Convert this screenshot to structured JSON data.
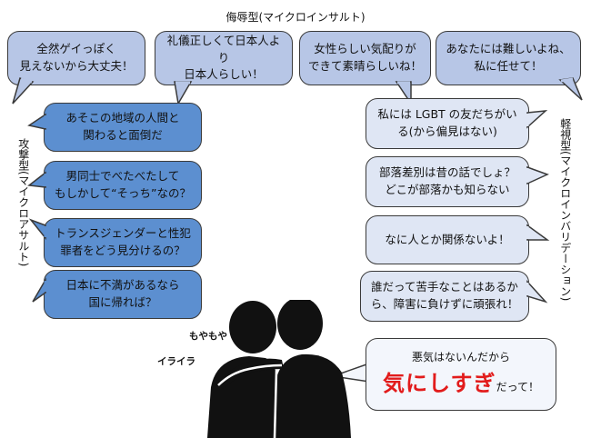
{
  "labels": {
    "top": "侮辱型(マイクロインサルト)",
    "left": "攻撃型(マイクロアサルト)",
    "right": "軽視型(マイクロインバリデーション)",
    "emotion_1": "もやもや",
    "emotion_2": "イライラ"
  },
  "insult_bubbles": [
    {
      "lines": [
        "全然ゲイっぽく",
        "見えないから大丈夫！"
      ]
    },
    {
      "lines": [
        "礼儀正しくて日本人より",
        "日本人らしい！"
      ]
    },
    {
      "lines": [
        "女性らしい気配りが",
        "できて素晴らしいね！"
      ]
    },
    {
      "lines": [
        "あなたには難しいよね、",
        "私に任せて！"
      ]
    }
  ],
  "assault_bubbles": [
    {
      "lines": [
        "あそこの地域の人間と",
        "関わると面倒だ"
      ]
    },
    {
      "lines": [
        "男同士でべたべたして",
        "もしかして“そっち”なの？"
      ]
    },
    {
      "lines": [
        "トランスジェンダーと性犯",
        "罪者をどう見分けるの？"
      ]
    },
    {
      "lines": [
        "日本に不満があるなら",
        "国に帰れば？"
      ]
    }
  ],
  "invalidation_bubbles": [
    {
      "lines": [
        "私には LGBT の友だちがい",
        "る(から偏見はない)"
      ]
    },
    {
      "lines": [
        "部落差別は昔の話でしょ？",
        "どこが部落かも知らない"
      ]
    },
    {
      "lines": [
        "なに人とか関係ないよ！"
      ]
    },
    {
      "lines": [
        "誰だって苦手なことはあるか",
        "ら、障害に負けずに頑張れ！"
      ]
    }
  ],
  "bottom_bubble": {
    "line1": "悪気はないんだから",
    "emphasis": "気にしすぎ",
    "suffix": "だって！"
  },
  "colors": {
    "insult_fill": "#b7c6e6",
    "assault_fill": "#5c8fd0",
    "invalidation_fill": "#dfe6f4",
    "emphasis_text": "#e21b1b",
    "silhouette": "#111111"
  },
  "icons": [
    "two-people-silhouette-icon"
  ]
}
